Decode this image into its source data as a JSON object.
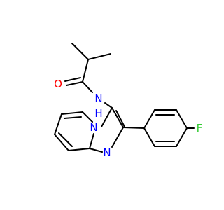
{
  "molecule": {
    "atoms": [
      {
        "id": "O",
        "label": "O",
        "color": "#ff0000"
      },
      {
        "id": "N-amide",
        "label": "N",
        "color": "#0000ff"
      },
      {
        "id": "H-amide",
        "label": "H",
        "color": "#0000ff"
      },
      {
        "id": "N-bridge",
        "label": "N",
        "color": "#0000ff"
      },
      {
        "id": "N-ring",
        "label": "N",
        "color": "#0000ff"
      },
      {
        "id": "F",
        "label": "F",
        "color": "#33cc33"
      }
    ],
    "bond_color": "#000000"
  }
}
